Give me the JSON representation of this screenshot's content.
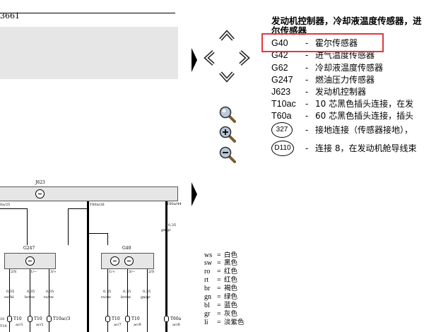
{
  "diagram": {
    "page_number": "3661",
    "header_fragment": "·· ·· ·",
    "controller_label": "J623",
    "controller_terminals": {
      "left": "0a/25",
      "middle": "T60a/26",
      "right": "T60a/44"
    },
    "right_wire_color": "gn/gr",
    "components": [
      {
        "label": "G247",
        "pins": [
          "2/S",
          "1/−",
          "3/+"
        ],
        "wire_sizes": [
          "0,35",
          "0,35",
          "0,35"
        ],
        "wire_colors": [
          "sw/bl",
          "br/sw",
          "ro/sw"
        ],
        "plugs": [
          "T10",
          "T10",
          "T10ac/3"
        ],
        "plug_pins": [
          "ac/1",
          "ac/1",
          ""
        ]
      },
      {
        "label": "G40",
        "pins": [
          "1/+",
          "3/−",
          "2/S"
        ],
        "wire_sizes": [
          "0,35",
          "0,35",
          "0,35"
        ],
        "wire_colors": [
          "ro/sw",
          "br/sw",
          "gn/gr"
        ],
        "plugs": [
          "T10",
          "T10",
          "T60a"
        ],
        "plug_pins": [
          "ac/7",
          "ac/9",
          "ac/8"
        ]
      }
    ],
    "left_edge": {
      "size": "10",
      "plug": "T10"
    }
  },
  "controls": {
    "up_icon": "chevron-up",
    "down_icon": "chevron-down",
    "left_icon": "chevron-left",
    "right_icon": "chevron-right",
    "zoom_reset_icon": "magnifier",
    "zoom_in_icon": "magnifier-plus",
    "zoom_out_icon": "magnifier-minus"
  },
  "legend": {
    "title_line1": "发动机控制器，冷却液温度传感器，进",
    "title_line2": "尔传感器",
    "items": [
      {
        "code": "G40",
        "dash": "-",
        "desc": "霍尔传感器"
      },
      {
        "code": "G42",
        "dash": "-",
        "desc": "进气温度传感器"
      },
      {
        "code": "G62",
        "dash": "-",
        "desc": "冷却液温度传感器"
      },
      {
        "code": "G247",
        "dash": "-",
        "desc": "燃油压力传感器"
      },
      {
        "code": "J623",
        "dash": "-",
        "desc": "发动机控制器"
      },
      {
        "code": "T10ac",
        "dash": "-",
        "desc": "10 芯黑色插头连接，在发"
      },
      {
        "code": "T60a",
        "dash": "-",
        "desc": "60 芯黑色插头连接，插头"
      },
      {
        "code": "327",
        "dash": "-",
        "desc": "接地连接（传感器接地），"
      },
      {
        "code": "D110",
        "dash": "-",
        "desc": "连接 8，在发动机舱导线束"
      }
    ]
  },
  "color_key": [
    {
      "code": "ws",
      "eq": "=",
      "name": "白色"
    },
    {
      "code": "sw",
      "eq": "=",
      "name": "黑色"
    },
    {
      "code": "ro",
      "eq": "=",
      "name": "红色"
    },
    {
      "code": "rt",
      "eq": "=",
      "name": "红色"
    },
    {
      "code": "br",
      "eq": "=",
      "name": "褐色"
    },
    {
      "code": "gn",
      "eq": "=",
      "name": "绿色"
    },
    {
      "code": "bl",
      "eq": "=",
      "name": "蓝色"
    },
    {
      "code": "gr",
      "eq": "=",
      "name": "灰色"
    },
    {
      "code": "li",
      "eq": "=",
      "name": "淡紫色"
    }
  ],
  "colors": {
    "highlight": "#e0383e",
    "component_fill": "#e6e6e6"
  }
}
